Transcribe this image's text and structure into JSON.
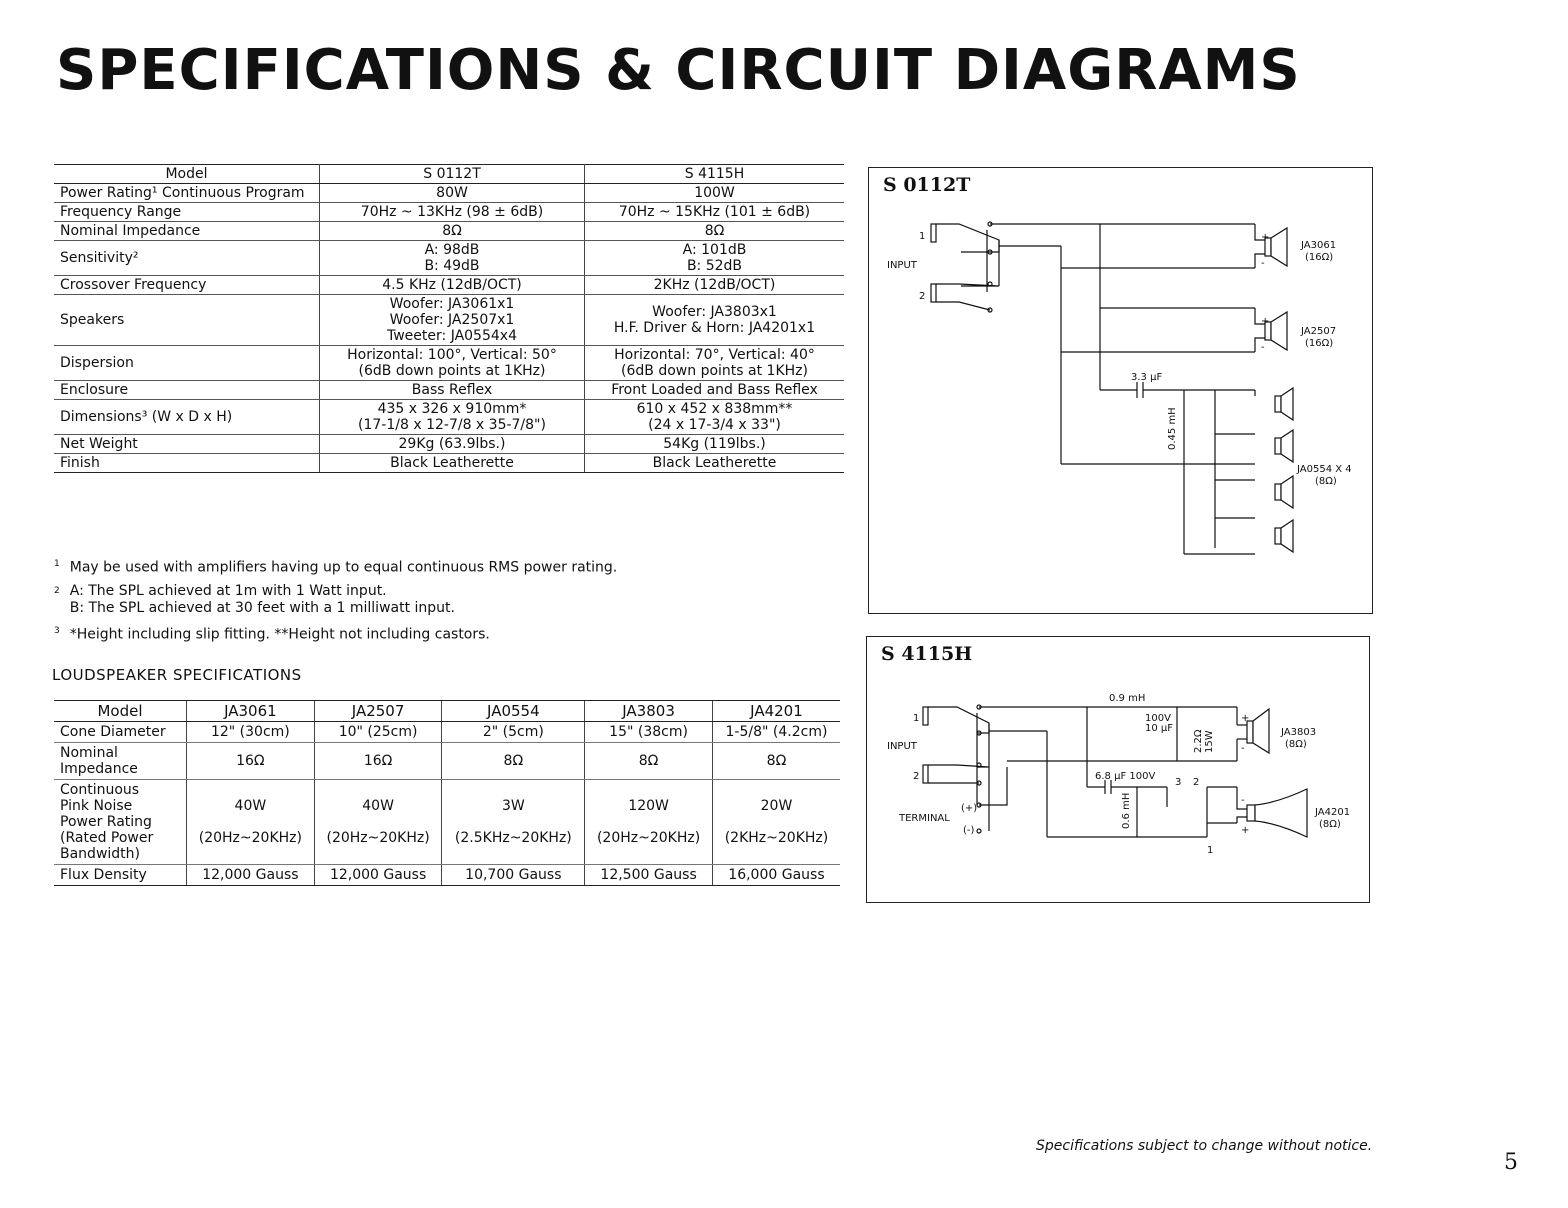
{
  "page_title": "SPECIFICATIONS & CIRCUIT DIAGRAMS",
  "spec_table": {
    "headers": [
      "Model",
      "S 0112T",
      "S 4115H"
    ],
    "rows": [
      {
        "label": "Power Rating¹ Continuous Program",
        "a": "80W",
        "b": "100W"
      },
      {
        "label": "Frequency Range",
        "a": "70Hz ~ 13KHz (98 ± 6dB)",
        "b": "70Hz ~ 15KHz (101 ± 6dB)"
      },
      {
        "label": "Nominal Impedance",
        "a": "8Ω",
        "b": "8Ω"
      },
      {
        "label": "Sensitivity²",
        "a": "A: 98dB\nB: 49dB",
        "b": "A: 101dB\nB: 52dB"
      },
      {
        "label": "Crossover Frequency",
        "a": "4.5 KHz (12dB/OCT)",
        "b": "2KHz (12dB/OCT)"
      },
      {
        "label": "Speakers",
        "a": "Woofer: JA3061x1\nWoofer: JA2507x1\nTweeter: JA0554x4",
        "b": "Woofer: JA3803x1\nH.F. Driver & Horn: JA4201x1"
      },
      {
        "label": "Dispersion",
        "a": "Horizontal: 100°, Vertical: 50°\n(6dB down points at 1KHz)",
        "b": "Horizontal: 70°, Vertical: 40°\n(6dB down points at 1KHz)"
      },
      {
        "label": "Enclosure",
        "a": "Bass Reflex",
        "b": "Front Loaded and Bass Reflex"
      },
      {
        "label": "Dimensions³ (W x D x H)",
        "a": "435 x 326 x 910mm*\n(17-1/8 x 12-7/8 x 35-7/8\")",
        "b": "610 x 452 x 838mm**\n(24 x 17-3/4 x 33\")"
      },
      {
        "label": "Net Weight",
        "a": "29Kg (63.9lbs.)",
        "b": "54Kg (119lbs.)"
      },
      {
        "label": "Finish",
        "a": "Black Leatherette",
        "b": "Black Leatherette"
      }
    ]
  },
  "notes": [
    {
      "num": "1",
      "text": "May be used with amplifiers having up to equal continuous RMS power rating."
    },
    {
      "num": "2",
      "text": "A: The SPL achieved at 1m with 1 Watt input.\nB: The SPL achieved at 30 feet with a 1 milliwatt input."
    },
    {
      "num": "3",
      "text": "*Height including slip fitting. **Height not including castors."
    }
  ],
  "loudspeaker_title": "LOUDSPEAKER SPECIFICATIONS",
  "loudspeaker_table": {
    "headers": [
      "Model",
      "JA3061",
      "JA2507",
      "JA0554",
      "JA3803",
      "JA4201"
    ],
    "rows": [
      {
        "label": "Cone Diameter",
        "values": [
          "12\" (30cm)",
          "10\" (25cm)",
          "2\" (5cm)",
          "15\" (38cm)",
          "1-5/8\" (4.2cm)"
        ]
      },
      {
        "label": "Nominal\nImpedance",
        "values": [
          "16Ω",
          "16Ω",
          "8Ω",
          "8Ω",
          "8Ω"
        ]
      },
      {
        "label": "Continuous\nPink Noise\nPower Rating\n(Rated Power\nBandwidth)",
        "values": [
          "40W\n\n(20Hz~20KHz)",
          "40W\n\n(20Hz~20KHz)",
          "3W\n\n(2.5KHz~20KHz)",
          "120W\n\n(20Hz~20KHz)",
          "20W\n\n(2KHz~20KHz)"
        ]
      },
      {
        "label": "Flux Density",
        "values": [
          "12,000 Gauss",
          "12,000 Gauss",
          "10,700 Gauss",
          "12,500 Gauss",
          "16,000 Gauss"
        ]
      }
    ]
  },
  "diagram1": {
    "title": "S 0112T",
    "labels": {
      "in1": "1",
      "in2": "2",
      "input": "INPUT",
      "cap": "3.3 μF",
      "ind": "0.45 mH",
      "plus": "+",
      "minus": "-",
      "spk1": "JA3061",
      "spk1_imp": "(16Ω)",
      "spk2": "JA2507",
      "spk2_imp": "(16Ω)",
      "spk3": "JA0554 X 4",
      "spk3_imp": "(8Ω)"
    }
  },
  "diagram2": {
    "title": "S 4115H",
    "labels": {
      "in1": "1",
      "in2": "2",
      "input": "INPUT",
      "terminal": "TERMINAL",
      "tplus": "(+)",
      "tminus": "(-)",
      "ind1": "0.9 mH",
      "cap1a": "100V",
      "cap1b": "10 μF",
      "res": "2.2Ω",
      "res_w": "15W",
      "cap2": "6.8 μF 100V",
      "ind2": "0.6 mH",
      "n3": "3",
      "n2": "2",
      "n1": "1",
      "plus": "+",
      "minus": "-",
      "spk1": "JA3803",
      "spk1_imp": "(8Ω)",
      "spk2": "JA4201",
      "spk2_imp": "(8Ω)"
    }
  },
  "footer_note": "Specifications subject to change without notice.",
  "page_number": "5"
}
